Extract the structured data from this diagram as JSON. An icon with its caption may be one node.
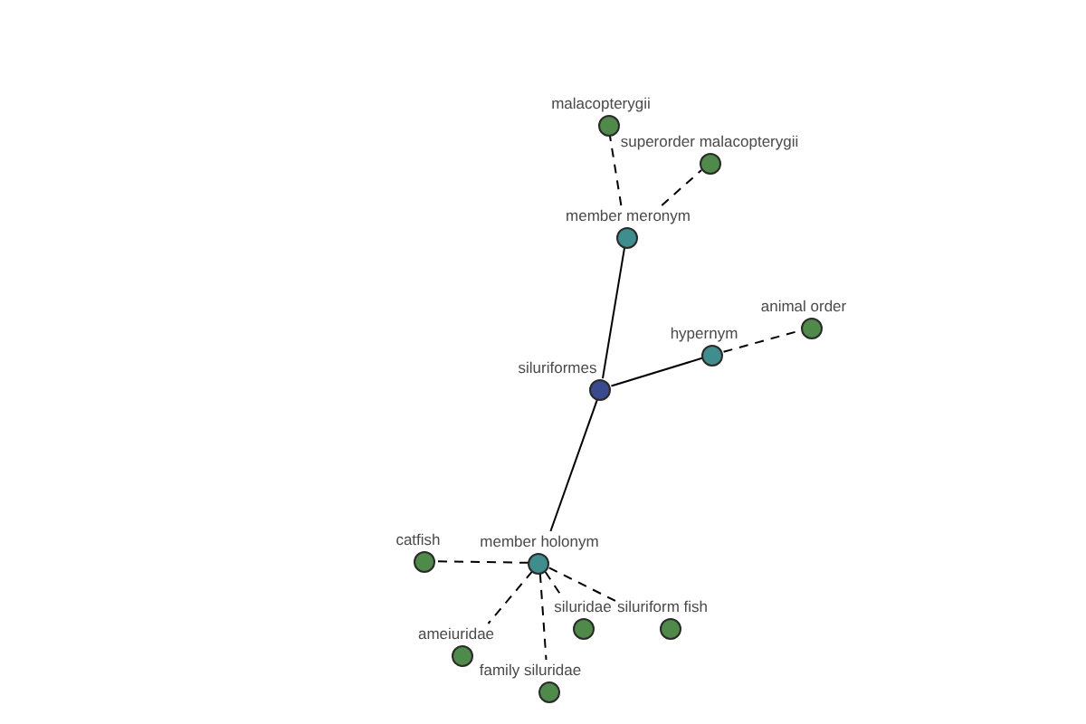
{
  "diagram": {
    "nodes": [
      {
        "text": [
          "malacopterygii"
        ]
      },
      {
        "text": [
          "superorder malacopterygii"
        ]
      },
      {
        "text": [
          "member meronym"
        ]
      },
      {
        "text": [
          "animal order"
        ]
      },
      {
        "text": [
          "hypernym"
        ]
      },
      {
        "text": [
          "siluriformes"
        ]
      },
      {
        "text": [
          "catfish"
        ]
      },
      {
        "text": [
          "member holonym"
        ]
      },
      {
        "text": [
          "siluridae"
        ]
      },
      {
        "text": [
          "siluriform fish"
        ]
      },
      {
        "text": [
          "ameiuridae"
        ]
      },
      {
        "text": [
          "family siluridae"
        ]
      }
    ],
    "edges": [
      {
        "from": 5,
        "to": 2,
        "arrow": "none"
      },
      {
        "from": 2,
        "to": 0,
        "arrow": "none",
        "style": "dashed"
      },
      {
        "from": 2,
        "to": 1,
        "arrow": "none",
        "style": "dashed"
      },
      {
        "from": 5,
        "to": 4,
        "arrow": "none"
      },
      {
        "from": 4,
        "to": 3,
        "arrow": "none",
        "style": "dashed"
      },
      {
        "from": 5,
        "to": 7,
        "arrow": "none"
      },
      {
        "from": 7,
        "to": 6,
        "arrow": "none",
        "style": "dashed"
      },
      {
        "from": 7,
        "to": 8,
        "arrow": "none",
        "style": "dashed"
      },
      {
        "from": 7,
        "to": 9,
        "arrow": "none",
        "style": "dashed"
      },
      {
        "from": 7,
        "to": 10,
        "arrow": "none",
        "style": "dashed"
      },
      {
        "from": 7,
        "to": 11,
        "arrow": "none",
        "style": "dashed"
      }
    ]
  }
}
